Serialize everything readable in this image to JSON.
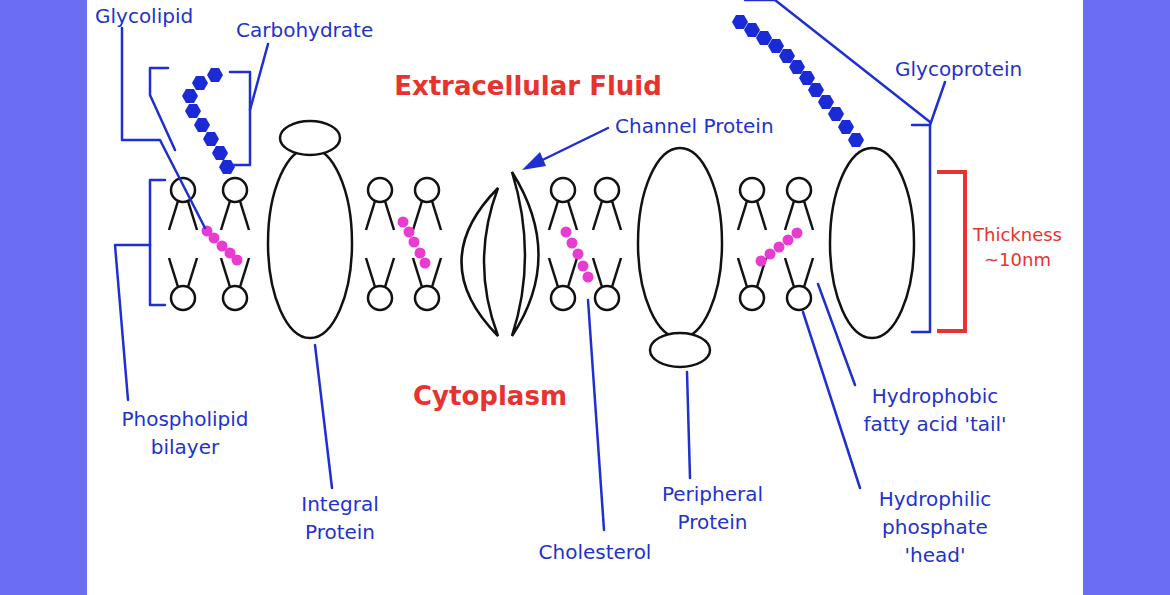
{
  "diagram": {
    "labels": [
      "Glycolipid",
      "Carbohydrate",
      "Extracellular Fluid",
      "Channel Protein",
      "Glycoprotein",
      "Thickness ~10nm",
      "Cytoplasm",
      "Phospholipid bilayer",
      "Integral Protein",
      "Cholesterol",
      "Peripheral Protein",
      "Hydrophobic fatty acid 'tail'",
      "Hydrophilic phosphate 'head'"
    ]
  }
}
